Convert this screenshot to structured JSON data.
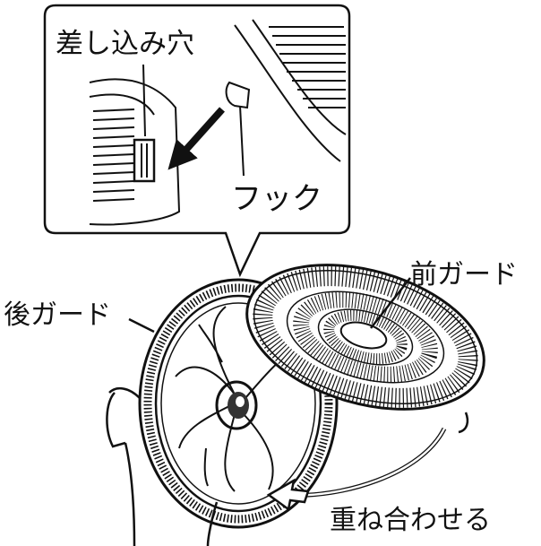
{
  "labels": {
    "insertion_hole": "差し込み穴",
    "hook": "フック",
    "front_guard": "前ガード",
    "rear_guard": "後ガード",
    "overlap": "重ね合わせる"
  },
  "colors": {
    "line": "#111111",
    "background": "#ffffff",
    "hub_dark": "#333333"
  }
}
